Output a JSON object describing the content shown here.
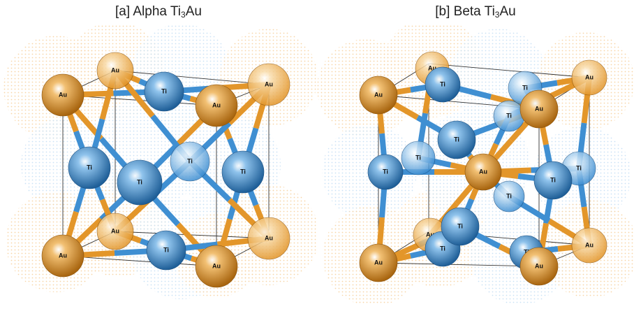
{
  "panels": [
    {
      "prefix": "[a] Alpha Ti",
      "subscript": "3",
      "suffix": "Au"
    },
    {
      "prefix": "[b] Beta Ti",
      "subscript": "3",
      "suffix": "Au"
    }
  ],
  "atom_labels": {
    "gold": "Au",
    "titanium": "Ti"
  },
  "colors": {
    "gold": "#e3962a",
    "gold_light": "#f2c073",
    "titanium": "#3f8fd2",
    "titanium_light": "#8fc3ec",
    "halo_gold": "#f6c88a",
    "halo_titanium": "#b9d9f2"
  }
}
